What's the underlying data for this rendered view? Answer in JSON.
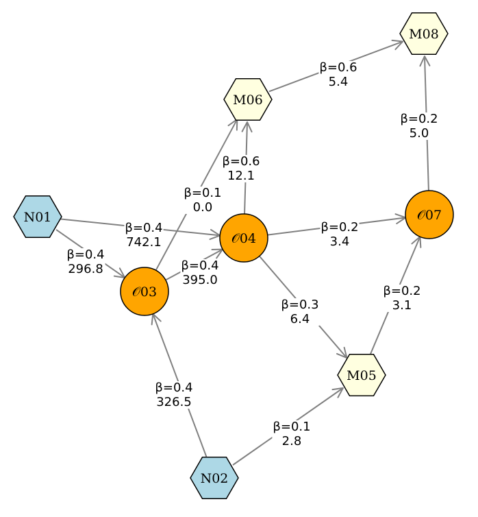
{
  "colors": {
    "input_node": "#add8e6",
    "module_node": "#ffffe0",
    "operator_node": "#ffa500",
    "edge": "#808080"
  },
  "nodes": [
    {
      "id": "N01",
      "label": "N01",
      "kind": "input",
      "shape": "hexagon"
    },
    {
      "id": "N02",
      "label": "N02",
      "kind": "input",
      "shape": "hexagon"
    },
    {
      "id": "O03",
      "label": "𝒪03",
      "kind": "operator",
      "shape": "circle"
    },
    {
      "id": "O04",
      "label": "𝒪04",
      "kind": "operator",
      "shape": "circle"
    },
    {
      "id": "M05",
      "label": "M05",
      "kind": "module",
      "shape": "hexagon"
    },
    {
      "id": "M06",
      "label": "M06",
      "kind": "module",
      "shape": "hexagon"
    },
    {
      "id": "O07",
      "label": "𝒪07",
      "kind": "operator",
      "shape": "circle"
    },
    {
      "id": "M08",
      "label": "M08",
      "kind": "module",
      "shape": "hexagon"
    }
  ],
  "edges": [
    {
      "from": "N01",
      "to": "O04",
      "beta": "β=0.4",
      "value": "742.1"
    },
    {
      "from": "N01",
      "to": "O03",
      "beta": "β=0.4",
      "value": "296.8"
    },
    {
      "from": "N02",
      "to": "O03",
      "beta": "β=0.4",
      "value": "326.5"
    },
    {
      "from": "N02",
      "to": "M05",
      "beta": "β=0.1",
      "value": "2.8"
    },
    {
      "from": "O03",
      "to": "M06",
      "beta": "β=0.1",
      "value": "0.0"
    },
    {
      "from": "O03",
      "to": "O04",
      "beta": "β=0.4",
      "value": "395.0"
    },
    {
      "from": "O04",
      "to": "M06",
      "beta": "β=0.6",
      "value": "12.1"
    },
    {
      "from": "O04",
      "to": "O07",
      "beta": "β=0.2",
      "value": "3.4"
    },
    {
      "from": "O04",
      "to": "M05",
      "beta": "β=0.3",
      "value": "6.4"
    },
    {
      "from": "M05",
      "to": "O07",
      "beta": "β=0.2",
      "value": "3.1"
    },
    {
      "from": "M06",
      "to": "M08",
      "beta": "β=0.6",
      "value": "5.4"
    },
    {
      "from": "O07",
      "to": "M08",
      "beta": "β=0.2",
      "value": "5.0"
    }
  ]
}
